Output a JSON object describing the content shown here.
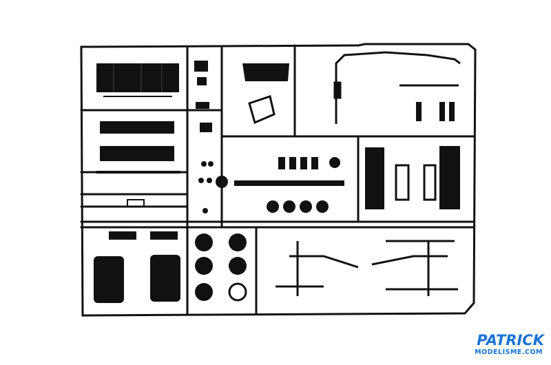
{
  "image": {
    "subject": "plastic model kit sprue with parts",
    "colors": {
      "background": "#ffffff",
      "plastic": "#0d0d0d",
      "logo_blue": "#1a73d6",
      "logo_orange": "#f08a1c"
    }
  },
  "watermark": {
    "line1": "PATRICK",
    "line2": "MODELISME.COM"
  }
}
